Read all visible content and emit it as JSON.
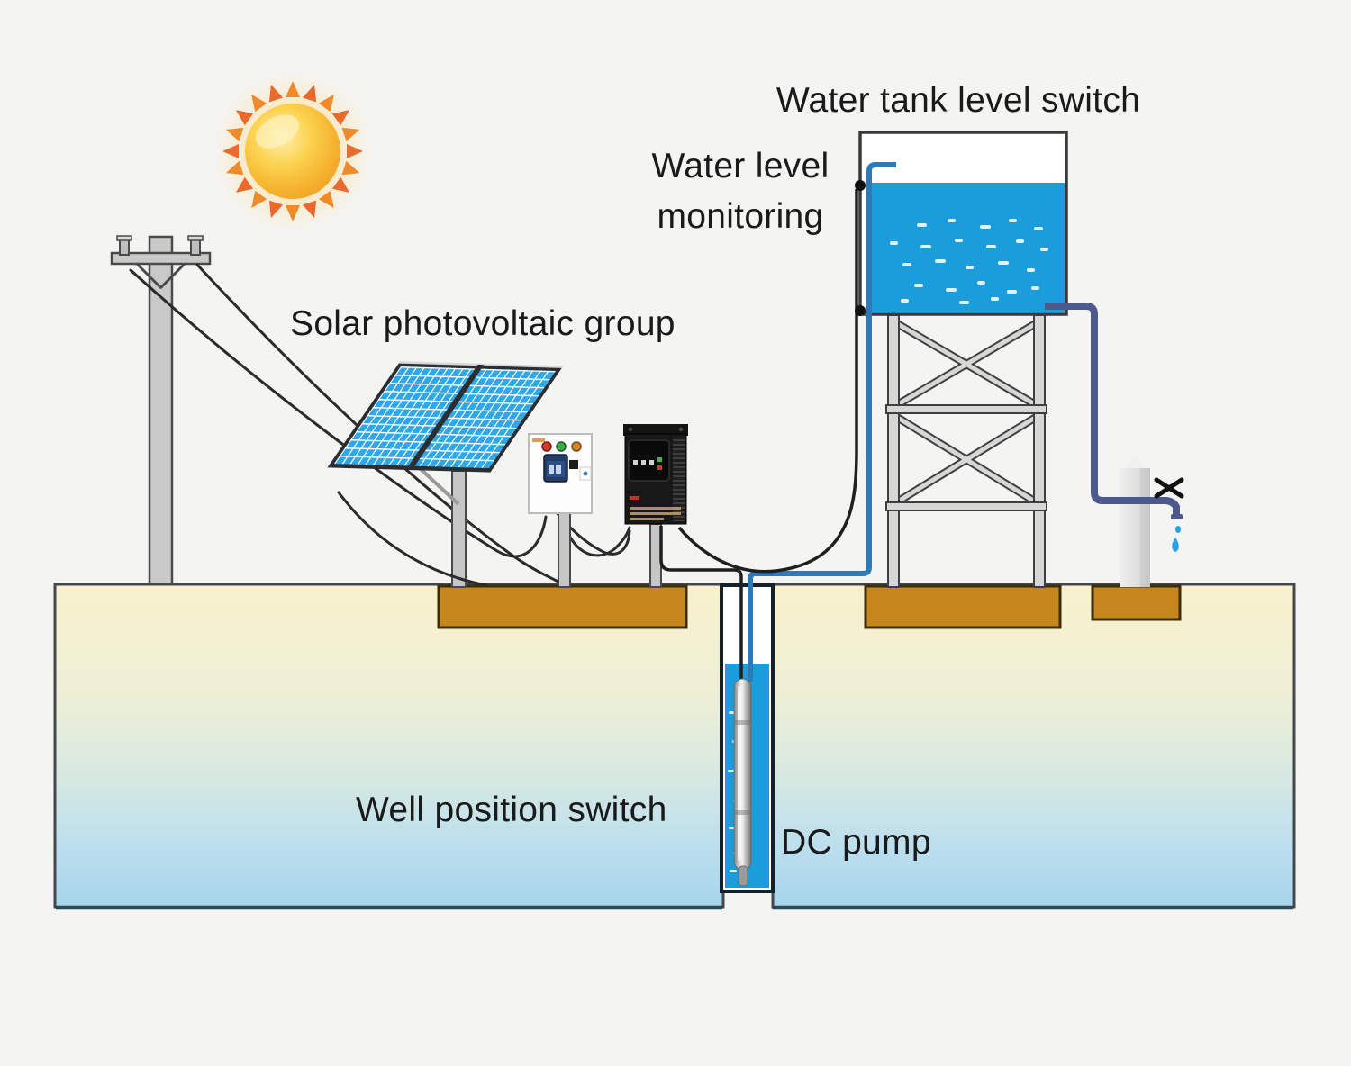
{
  "labels": {
    "water_tank_level_switch": "Water tank level switch",
    "water_level_line1": "Water level",
    "water_level_line2": "monitoring",
    "solar_photovoltaic_group": "Solar photovoltaic group",
    "well_position_switch": "Well position switch",
    "dc_pump": "DC pump"
  },
  "colors": {
    "background": "#f4f4f3",
    "text": "#1a1a1a",
    "water_blue": "#1b9ddc",
    "inlet_pipe_blue": "#2e79b8",
    "outlet_pipe_navy": "#4e598b",
    "foundation_brown": "#c5861e",
    "panel_cell_blue": "#2fa7e8",
    "sun_core": "#f5b32f",
    "sun_ray": "#ee8a2a",
    "ground_top": "#f8f1cc",
    "ground_bottom": "#a6d5ec",
    "structure_gray": "#d7d7d7",
    "wire_black": "#2b2b2b"
  },
  "icons": {
    "sun-icon": "circle-with-triangle-rays",
    "faucet-icon": "cross-handle-tap",
    "water-drip-icon": "teardrop",
    "led-indicator-icon": "small-squares"
  },
  "components": [
    "sun",
    "power-pole",
    "power-lines",
    "solar-photovoltaic-array",
    "pump-control-box",
    "inverter",
    "water-tank",
    "tank-level-sensors",
    "water-tower",
    "well",
    "dc-pump",
    "inlet-pipe",
    "outlet-pipe",
    "water-tap",
    "ground"
  ]
}
